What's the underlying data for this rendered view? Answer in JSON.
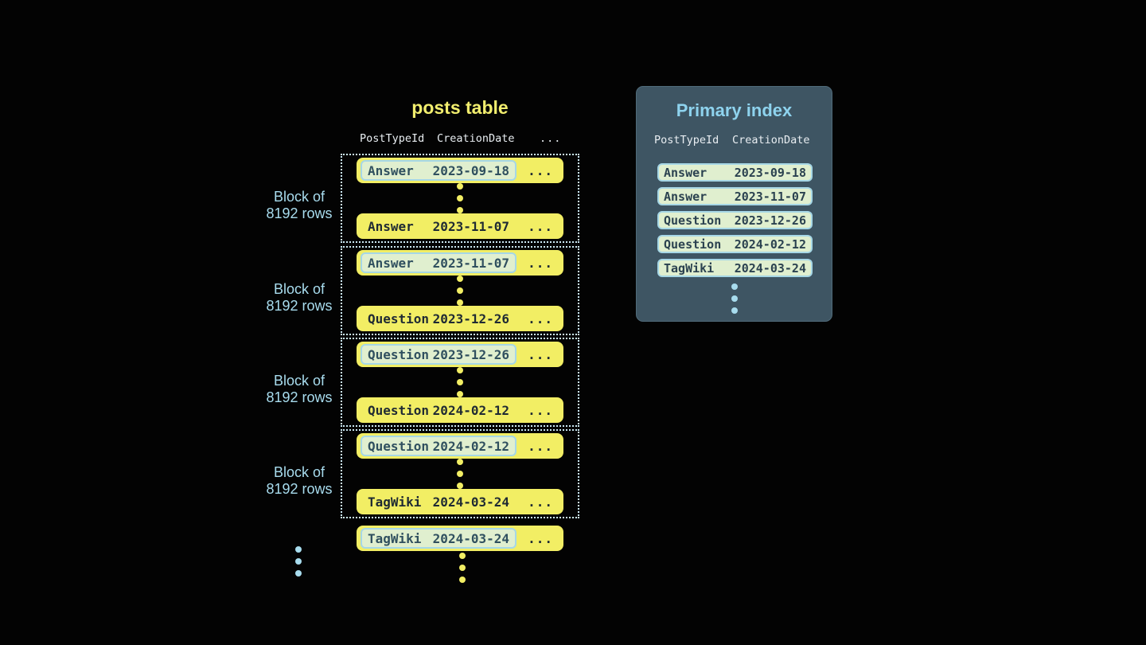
{
  "posts": {
    "title": "posts table",
    "header": {
      "col1": "PostTypeId",
      "col2": "CreationDate",
      "col3": "..."
    },
    "blocks": [
      {
        "label1": "Block of",
        "label2": "8192 rows",
        "first": {
          "type": "Answer",
          "date": "2023-09-18",
          "more": "..."
        },
        "last": {
          "type": "Answer",
          "date": "2023-11-07",
          "more": "..."
        }
      },
      {
        "label1": "Block of",
        "label2": "8192 rows",
        "first": {
          "type": "Answer",
          "date": "2023-11-07",
          "more": "..."
        },
        "last": {
          "type": "Question",
          "date": "2023-12-26",
          "more": "..."
        }
      },
      {
        "label1": "Block of",
        "label2": "8192 rows",
        "first": {
          "type": "Question",
          "date": "2023-12-26",
          "more": "..."
        },
        "last": {
          "type": "Question",
          "date": "2024-02-12",
          "more": "..."
        }
      },
      {
        "label1": "Block of",
        "label2": "8192 rows",
        "first": {
          "type": "Question",
          "date": "2024-02-12",
          "more": "..."
        },
        "last": {
          "type": "TagWiki",
          "date": "2024-03-24",
          "more": "..."
        }
      }
    ],
    "overflow": {
      "type": "TagWiki",
      "date": "2024-03-24",
      "more": "..."
    }
  },
  "index": {
    "title": "Primary index",
    "header": {
      "col1": "PostTypeId",
      "col2": "CreationDate"
    },
    "rows": [
      {
        "type": "Answer",
        "date": "2023-09-18"
      },
      {
        "type": "Answer",
        "date": "2023-11-07"
      },
      {
        "type": "Question",
        "date": "2023-12-26"
      },
      {
        "type": "Question",
        "date": "2024-02-12"
      },
      {
        "type": "TagWiki",
        "date": "2024-03-24"
      }
    ]
  },
  "colors": {
    "background": "#030303",
    "row_yellow": "#f2ee64",
    "highlight_green": "#e0efcf",
    "highlight_border_blue": "#a6d7e6",
    "accent_blue": "#a8dcee",
    "title_yellow": "#f2ee6e",
    "panel_background": "#3e5563",
    "panel_title_blue": "#8ed3ee",
    "dark_text": "#1f2a33",
    "header_text": "#e9eef2",
    "dotted_border": "#cdeaf5"
  }
}
